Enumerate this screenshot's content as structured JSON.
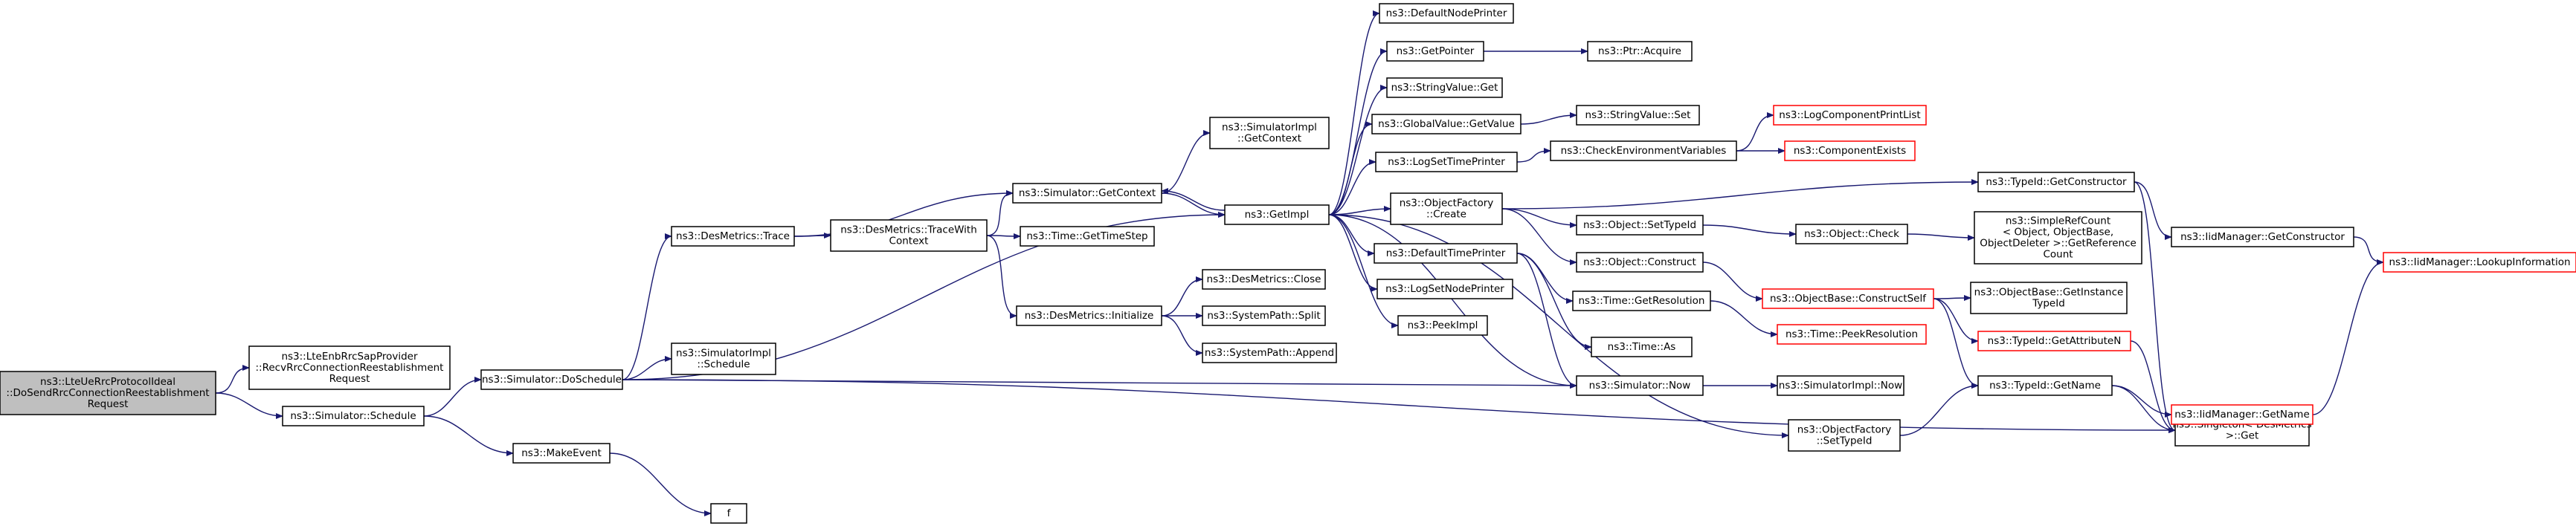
{
  "colors": {
    "edge": "#191970",
    "root_fill": "#bfbfbf",
    "truncated_border": "#ff0000"
  },
  "nodes": [
    {
      "id": "root",
      "lines": [
        "ns3::LteUeRrcProtocolIdeal",
        "::DoSendRrcConnectionReestablishment",
        "Request"
      ],
      "kind": "root"
    },
    {
      "id": "recvRrc",
      "lines": [
        "ns3::LteEnbRrcSapProvider",
        "::RecvRrcConnectionReestablishment",
        "Request"
      ],
      "kind": "normal"
    },
    {
      "id": "schedule",
      "lines": [
        "ns3::Simulator::Schedule"
      ],
      "kind": "normal"
    },
    {
      "id": "doSchedule",
      "lines": [
        "ns3::Simulator::DoSchedule"
      ],
      "kind": "normal"
    },
    {
      "id": "makeEvent",
      "lines": [
        "ns3::MakeEvent"
      ],
      "kind": "normal"
    },
    {
      "id": "f",
      "lines": [
        "f"
      ],
      "kind": "normal"
    },
    {
      "id": "desTrace",
      "lines": [
        "ns3::DesMetrics::Trace"
      ],
      "kind": "normal"
    },
    {
      "id": "simImplSchedule",
      "lines": [
        "ns3::SimulatorImpl",
        "::Schedule"
      ],
      "kind": "normal"
    },
    {
      "id": "traceWithContext",
      "lines": [
        "ns3::DesMetrics::TraceWith",
        "Context"
      ],
      "kind": "normal"
    },
    {
      "id": "getContext",
      "lines": [
        "ns3::Simulator::GetContext"
      ],
      "kind": "normal"
    },
    {
      "id": "initialize",
      "lines": [
        "ns3::DesMetrics::Initialize"
      ],
      "kind": "normal"
    },
    {
      "id": "getTimeStep",
      "lines": [
        "ns3::Time::GetTimeStep"
      ],
      "kind": "normal"
    },
    {
      "id": "simImplGetContext",
      "lines": [
        "ns3::SimulatorImpl",
        "::GetContext"
      ],
      "kind": "normal"
    },
    {
      "id": "desClose",
      "lines": [
        "ns3::DesMetrics::Close"
      ],
      "kind": "normal"
    },
    {
      "id": "sysSplit",
      "lines": [
        "ns3::SystemPath::Split"
      ],
      "kind": "normal"
    },
    {
      "id": "sysAppend",
      "lines": [
        "ns3::SystemPath::Append"
      ],
      "kind": "normal"
    },
    {
      "id": "getImpl",
      "lines": [
        "ns3::GetImpl"
      ],
      "kind": "normal"
    },
    {
      "id": "defaultNodePrinter",
      "lines": [
        "ns3::DefaultNodePrinter"
      ],
      "kind": "normal"
    },
    {
      "id": "getPointer",
      "lines": [
        "ns3::GetPointer"
      ],
      "kind": "normal"
    },
    {
      "id": "ptrAcquire",
      "lines": [
        "ns3::Ptr::Acquire"
      ],
      "kind": "normal"
    },
    {
      "id": "stringValueGet",
      "lines": [
        "ns3::StringValue::Get"
      ],
      "kind": "normal"
    },
    {
      "id": "globalValueGetValue",
      "lines": [
        "ns3::GlobalValue::GetValue"
      ],
      "kind": "normal"
    },
    {
      "id": "stringValueSet",
      "lines": [
        "ns3::StringValue::Set"
      ],
      "kind": "normal"
    },
    {
      "id": "logSetTimePrinter",
      "lines": [
        "ns3::LogSetTimePrinter"
      ],
      "kind": "normal"
    },
    {
      "id": "checkEnv",
      "lines": [
        "ns3::CheckEnvironmentVariables"
      ],
      "kind": "normal"
    },
    {
      "id": "logComponentPrintList",
      "lines": [
        "ns3::LogComponentPrintList"
      ],
      "kind": "trunc"
    },
    {
      "id": "componentExists",
      "lines": [
        "ns3::ComponentExists"
      ],
      "kind": "trunc"
    },
    {
      "id": "objectFactoryCreate",
      "lines": [
        "ns3::ObjectFactory",
        "::Create"
      ],
      "kind": "normal"
    },
    {
      "id": "typeIdGetConstructor",
      "lines": [
        "ns3::TypeId::GetConstructor"
      ],
      "kind": "normal"
    },
    {
      "id": "objectSetTypeId",
      "lines": [
        "ns3::Object::SetTypeId"
      ],
      "kind": "normal"
    },
    {
      "id": "objectCheck",
      "lines": [
        "ns3::Object::Check"
      ],
      "kind": "normal"
    },
    {
      "id": "simpleRefCount",
      "lines": [
        "ns3::SimpleRefCount",
        "< Object, ObjectBase,",
        "ObjectDeleter >::GetReference",
        "Count"
      ],
      "kind": "normal"
    },
    {
      "id": "iidGetConstructor",
      "lines": [
        "ns3::IidManager::GetConstructor"
      ],
      "kind": "normal"
    },
    {
      "id": "iidLookupInformation",
      "lines": [
        "ns3::IidManager::LookupInformation"
      ],
      "kind": "trunc"
    },
    {
      "id": "defaultTimePrinter",
      "lines": [
        "ns3::DefaultTimePrinter"
      ],
      "kind": "normal"
    },
    {
      "id": "objectConstruct",
      "lines": [
        "ns3::Object::Construct"
      ],
      "kind": "normal"
    },
    {
      "id": "constructSelf",
      "lines": [
        "ns3::ObjectBase::ConstructSelf"
      ],
      "kind": "trunc"
    },
    {
      "id": "getInstanceTypeId",
      "lines": [
        "ns3::ObjectBase::GetInstance",
        "TypeId"
      ],
      "kind": "normal"
    },
    {
      "id": "logSetNodePrinter",
      "lines": [
        "ns3::LogSetNodePrinter"
      ],
      "kind": "normal"
    },
    {
      "id": "timeGetResolution",
      "lines": [
        "ns3::Time::GetResolution"
      ],
      "kind": "normal"
    },
    {
      "id": "timePeekResolution",
      "lines": [
        "ns3::Time::PeekResolution"
      ],
      "kind": "trunc"
    },
    {
      "id": "peekImpl",
      "lines": [
        "ns3::PeekImpl"
      ],
      "kind": "normal"
    },
    {
      "id": "timeAs",
      "lines": [
        "ns3::Time::As"
      ],
      "kind": "normal"
    },
    {
      "id": "typeIdGetAttributeN",
      "lines": [
        "ns3::TypeId::GetAttributeN"
      ],
      "kind": "trunc"
    },
    {
      "id": "singletonGet",
      "lines": [
        "ns3::Singleton< DesMetrics",
        ">::Get"
      ],
      "kind": "normal"
    },
    {
      "id": "simulatorNow",
      "lines": [
        "ns3::Simulator::Now"
      ],
      "kind": "normal"
    },
    {
      "id": "simImplNow",
      "lines": [
        "ns3::SimulatorImpl::Now"
      ],
      "kind": "normal"
    },
    {
      "id": "typeIdGetName",
      "lines": [
        "ns3::TypeId::GetName"
      ],
      "kind": "normal"
    },
    {
      "id": "iidGetName",
      "lines": [
        "ns3::IidManager::GetName"
      ],
      "kind": "trunc"
    },
    {
      "id": "objectFactorySetTypeId",
      "lines": [
        "ns3::ObjectFactory",
        "::SetTypeId"
      ],
      "kind": "normal"
    }
  ]
}
